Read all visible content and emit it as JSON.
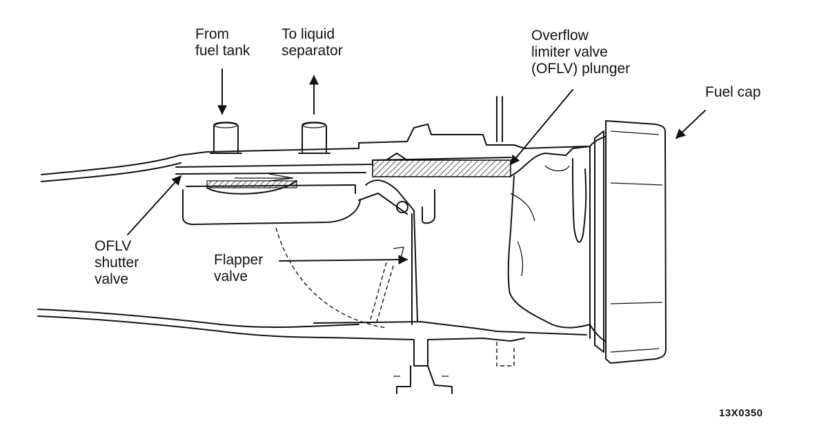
{
  "labels": {
    "from_fuel_tank": "From\nfuel tank",
    "to_liquid_separator": "To liquid\nseparator",
    "oflv_plunger": "Overflow\nlimiter valve\n(OFLV) plunger",
    "fuel_cap": "Fuel cap",
    "oflv_shutter_valve": "OFLV\nshutter\nvalve",
    "flapper_valve": "Flapper\nvalve"
  },
  "figure_code": "13X0350",
  "colors": {
    "ink": "#111111",
    "background": "#ffffff"
  }
}
